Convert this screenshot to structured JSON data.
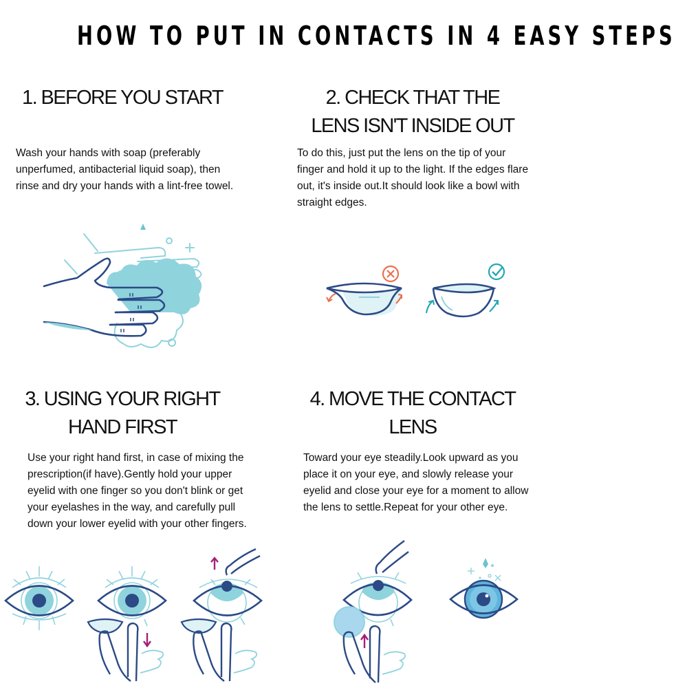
{
  "title": "HOW TO PUT IN CONTACTS IN 4 EASY STEPS",
  "steps": [
    {
      "heading_lines": [
        "1. BEFORE YOU START"
      ],
      "body": "Wash your hands with soap (preferably unperfumed, antibacterial liquid soap), then rinse and dry your hands with a lint-free towel.",
      "illustration": "hand-washing-icon"
    },
    {
      "heading_lines": [
        "2. CHECK THAT THE",
        "LENS ISN'T INSIDE OUT"
      ],
      "body": "To do this, just put the lens on the tip of your finger and hold it up to the light. If the edges flare out, it's inside out.It should look like a bowl with straight edges.",
      "illustration": "lens-orientation-icons"
    },
    {
      "heading_lines": [
        "3. USING YOUR RIGHT",
        "HAND FIRST"
      ],
      "body": "Use your right hand first, in case of mixing the prescription(if have).Gently hold your upper eyelid with one finger so you don't blink or get your eyelashes in the way, and carefully pull down your lower eyelid with your other fingers.",
      "illustration": "eye-lid-sequence-icons"
    },
    {
      "heading_lines": [
        "4. MOVE THE CONTACT",
        "LENS"
      ],
      "body": "Toward your eye steadily.Look upward as you place it on your eye, and slowly release your eyelid and close your eye for a moment to allow the lens to settle.Repeat for your other eye.",
      "illustration": "lens-insert-icons"
    }
  ],
  "colors": {
    "navy": "#2b4a86",
    "light_teal": "#8fd3dd",
    "teal": "#7cc9d3",
    "wrong": "#e9704f",
    "right": "#26a6b3",
    "arrow": "#a3207a"
  }
}
